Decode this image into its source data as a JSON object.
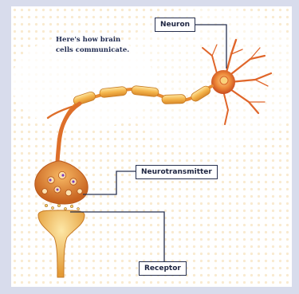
{
  "intro": {
    "line1": "Here's how brain",
    "line2": "cells communicate."
  },
  "labels": {
    "neuron": "Neuron",
    "neurotransmitter": "Neurotransmitter",
    "receptor": "Receptor"
  },
  "colors": {
    "page_background": "#d8dcec",
    "card": "#ffffff",
    "callout_line": "#27304f",
    "neuron_body": "#e46a2c",
    "axon_myelin": "#f2b24a",
    "receptor_terminal": "#efa63c",
    "dot_pattern": "#f4d9a8"
  }
}
